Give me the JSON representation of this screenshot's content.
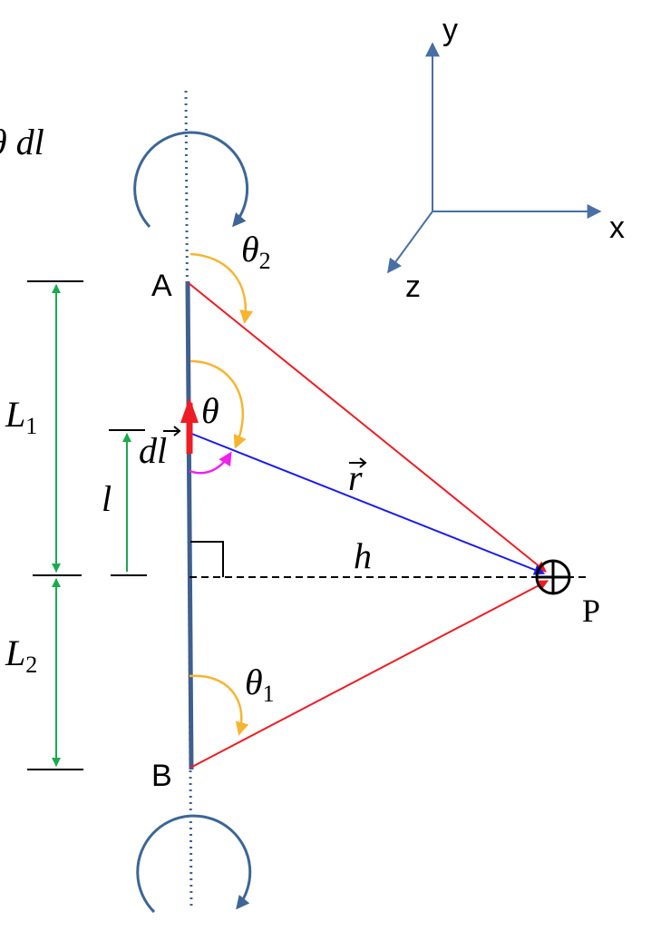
{
  "labels": {
    "equation_fragment": "θ dl",
    "axis_y": "y",
    "axis_x": "x",
    "axis_z": "z",
    "point_A": "A",
    "point_B": "B",
    "point_P": "P",
    "theta2_main": "θ",
    "theta2_sub": "2",
    "theta1_main": "θ",
    "theta1_sub": "1",
    "theta": "θ",
    "dl_vector": "dl",
    "r_vector": "r",
    "h": "h",
    "L1_main": "L",
    "L1_sub": "1",
    "L2_main": "L",
    "L2_sub": "2",
    "l": "l"
  },
  "colors": {
    "wire": "#3f5f8f",
    "rotation_arrow": "#3d6696",
    "axes": "#4a6fa5",
    "line_to_P": "#ee1c24",
    "r_vector": "#1a1aee",
    "angle_arc": "#f6b531",
    "small_angle_arc": "#ee22ee",
    "dimension": "#1aaa50",
    "dl_arrow": "#ee1c24",
    "text": "#000000"
  }
}
